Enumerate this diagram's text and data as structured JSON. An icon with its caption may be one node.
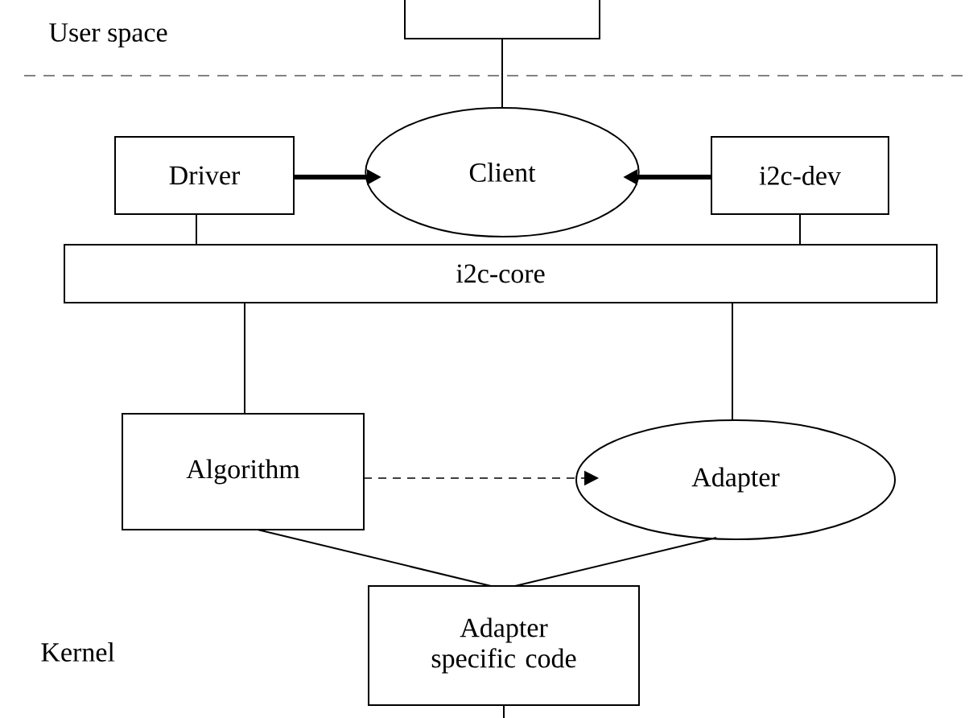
{
  "diagram": {
    "nodes": [
      {
        "text": [],
        "shape": "box"
      },
      {
        "text": [
          "Driver"
        ]
      },
      {
        "text": [
          "Client"
        ]
      },
      {
        "text": [
          "i2c-dev"
        ]
      },
      {
        "text": [
          "i2c-core"
        ]
      },
      {
        "text": [
          "Algorithm"
        ]
      },
      {
        "text": [
          "Adapter"
        ]
      },
      {
        "text": [
          "Adapter specific code"
        ]
      }
    ],
    "edges": [
      {
        "from": 0,
        "to": 2,
        "arrow": "none"
      },
      {
        "from": 1,
        "to": 2,
        "arrow": "to",
        "style": "thick"
      },
      {
        "from": 3,
        "to": 2,
        "arrow": "to",
        "style": "thick"
      },
      {
        "from": 1,
        "to": 4,
        "arrow": "none"
      },
      {
        "from": 3,
        "to": 4,
        "arrow": "none"
      },
      {
        "from": 4,
        "to": 5,
        "arrow": "none"
      },
      {
        "from": 4,
        "to": 6,
        "arrow": "none"
      },
      {
        "from": 5,
        "to": 6,
        "arrow": "to",
        "style": "dashed"
      },
      {
        "from": 5,
        "to": 7,
        "arrow": "none"
      },
      {
        "from": 6,
        "to": 7,
        "arrow": "none"
      },
      {
        "from": 7,
        "to": null,
        "arrow": "none"
      }
    ],
    "labels": [
      "User space",
      "Kernel"
    ]
  }
}
